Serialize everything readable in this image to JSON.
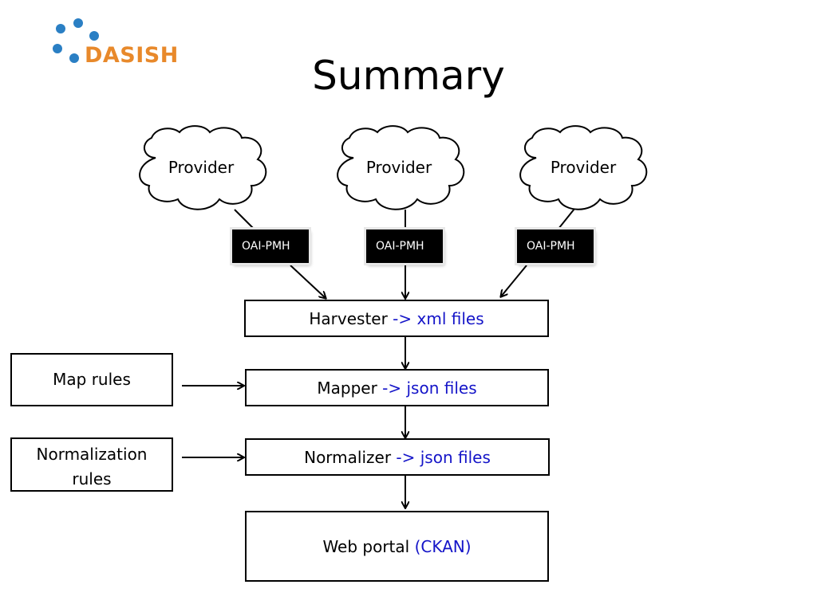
{
  "logo": {
    "text": "DASISH",
    "text_color": "#e8892b",
    "dot_color": "#2a7fc4"
  },
  "title": "Summary",
  "providers": [
    {
      "label": "Provider"
    },
    {
      "label": "Provider"
    },
    {
      "label": "Provider"
    }
  ],
  "protocols": [
    {
      "label": "OAI-PMH"
    },
    {
      "label": "OAI-PMH"
    },
    {
      "label": "OAI-PMH"
    }
  ],
  "pipeline": {
    "harvester": {
      "name": "Harvester",
      "output": "-> xml files"
    },
    "mapper": {
      "name": "Mapper",
      "output": "-> json files"
    },
    "normalizer": {
      "name": "Normalizer",
      "output": "-> json files"
    },
    "portal": {
      "name": "Web portal",
      "output": "(CKAN)"
    }
  },
  "rules": {
    "map_rules": "Map rules",
    "normalization_rules_line1": "Normalization",
    "normalization_rules_line2": "rules"
  },
  "colors": {
    "highlight": "#1414c8",
    "stroke": "#000000"
  }
}
